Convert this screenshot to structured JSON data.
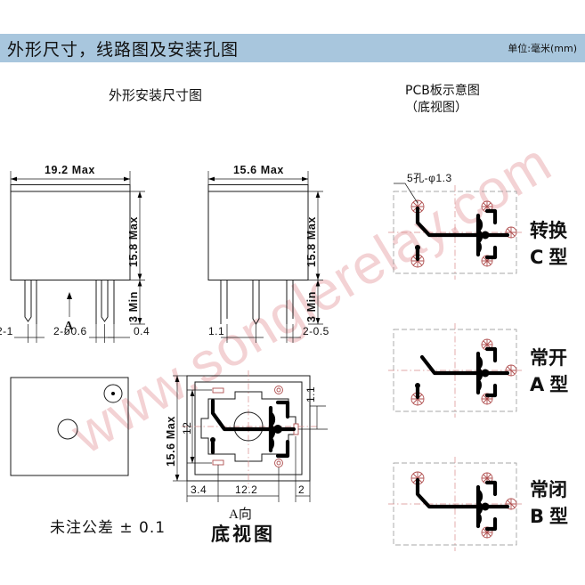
{
  "header": {
    "title": "外形尺寸，线路图及安装孔图",
    "unit": "单位:毫米(mm)",
    "bar_color": "#a8c6dd"
  },
  "sections": {
    "outline_heading": "外形安装尺寸图",
    "pcb_heading_line1": "PCB板示意图",
    "pcb_heading_line2": "（底视图）"
  },
  "front_view_left": {
    "width_dim": "19.2 Max",
    "height_dim": "15.8 Max",
    "pin_len_dim": "3 Min",
    "label_pin_left": "2-1",
    "label_pin_dia": "2-ø0.6",
    "label_offset": "0.4",
    "arrow_label": "A"
  },
  "front_view_right": {
    "width_dim": "15.6 Max",
    "height_dim": "15.8 Max",
    "pin_len_dim": "3 Min",
    "label_pin_width": "1.1",
    "label_pin_thick": "2-0.5"
  },
  "top_view": {
    "tolerance_note": "未注公差 ± 0.1"
  },
  "bottom_view": {
    "height_outer": "15.6 Max",
    "height_inner": "12",
    "dim_left": "3.4",
    "dim_center": "12.2",
    "dim_right": "2",
    "dim_pad": "1.1",
    "caption_arrow": "A向",
    "caption": "底视图"
  },
  "pcb_diagrams": [
    {
      "hole_note": "5孔-φ1.3",
      "type_name": "转换",
      "type_code": "C",
      "type_suffix": "型"
    },
    {
      "hole_note": "",
      "type_name": "常开",
      "type_code": "A",
      "type_suffix": "型"
    },
    {
      "hole_note": "",
      "type_name": "常闭",
      "type_code": "B",
      "type_suffix": "型"
    }
  ],
  "watermark": {
    "text": "www.songlerelay.com",
    "color": "#f3d2d4"
  }
}
